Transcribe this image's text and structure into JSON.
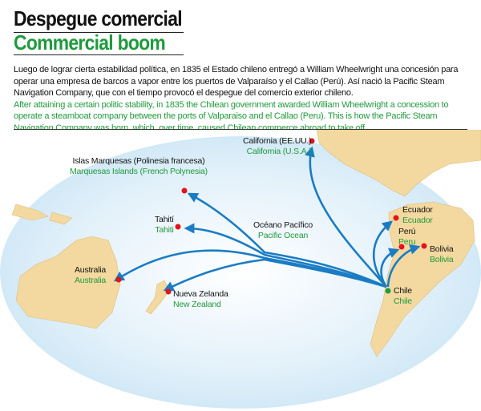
{
  "title_es": "Despegue comercial",
  "title_en": "Commercial boom",
  "intro_es": "Luego de lograr cierta estabilidad política, en 1835 el Estado chileno entregó a William Wheelwright una concesión para operar una empresa de barcos a vapor entre los puertos de Valparaíso y el Callao (Perú). Así nació la Pacific Steam Navigation Company, que con el tiempo provocó el despegue del comercio exterior chileno.",
  "intro_en": "After attaining a certain politic stability, in 1835 the Chilean government awarded William Wheelwright a concession to operate a steamboat company between the ports of Valparaiso and el Callao (Peru). This is how the Pacific Steam Navigation Company was born, which, over time, caused Chilean commerce abroad to take off.",
  "map": {
    "california": {
      "es": "California (EE.UU.)",
      "en": "California (U.S.A.)"
    },
    "marquesas": {
      "es": "Islas Marquesas (Polinesia francesa)",
      "en": "Marquesas Islands  (French Polynesia)"
    },
    "tahiti": {
      "es": "Tahití",
      "en": "Tahiti"
    },
    "ocean": {
      "es": "Océano Pacífico",
      "en": "Pacific Ocean"
    },
    "australia": {
      "es": "Australia",
      "en": "Australia"
    },
    "new_zealand": {
      "es": "Nueva Zelanda",
      "en": "New Zealand"
    },
    "ecuador": {
      "es": "Ecuador",
      "en": "Ecuador"
    },
    "peru": {
      "es": "Perú",
      "en": "Peru"
    },
    "bolivia": {
      "es": "Bolivia",
      "en": "Bolivia"
    },
    "chile": {
      "es": "Chile",
      "en": "Chile"
    },
    "colors": {
      "route": "#1a7cc4",
      "destination": "#e3141b",
      "origin": "#1f9a3c",
      "land": "#f3d9a0"
    }
  }
}
